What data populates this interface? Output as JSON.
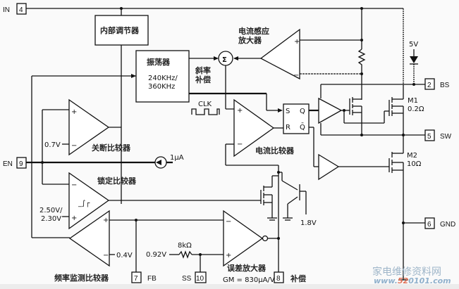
{
  "pins": [
    {
      "num": "4",
      "name": "IN"
    },
    {
      "num": "2",
      "name": "BS"
    },
    {
      "num": "5",
      "name": "SW"
    },
    {
      "num": "6",
      "name": "GND"
    },
    {
      "num": "9",
      "name": "EN"
    },
    {
      "num": "7",
      "name": "FB"
    },
    {
      "num": "10",
      "name": "SS"
    },
    {
      "num": "8",
      "name": "补偿"
    }
  ],
  "blocks": {
    "regulator": "内部调节器",
    "oscillator_title": "振荡器",
    "oscillator_freq1": "240KHz/",
    "oscillator_freq2": "360KHz",
    "current_sense_amp1": "电流感应",
    "current_sense_amp2": "放大器",
    "slope_comp1": "斜率",
    "slope_comp2": "补偿",
    "clk": "CLK",
    "current_comparator": "电流比较器",
    "shutdown_comparator": "关断比较器",
    "lock_comparator": "锁定比较器",
    "freq_monitor_comparator": "频率监测比较器",
    "error_amp": "误差放大器",
    "gm": "GM = 830μA/V",
    "sigma": "Σ",
    "sr_s": "S",
    "sr_r": "R",
    "sr_q": "Q",
    "sr_qbar": "Q̄",
    "hysteresis": "⌐"
  },
  "values": {
    "v5": "5V",
    "m1": "M1",
    "m1_r": "0.2Ω",
    "m2": "M2",
    "m2_r": "10Ω",
    "v07": "0.7V",
    "i1": "1μA",
    "v250": "2.50V/",
    "v230": "2.30V",
    "v04": "0.4V",
    "v092": "0.92V",
    "r8k": "8kΩ",
    "v18": "1.8V",
    "plus": "+",
    "minus": "−"
  },
  "watermark": {
    "line1": "家电维修资料网",
    "line2a": "www.",
    "line2b": "52",
    "line2c": "0101.com"
  }
}
